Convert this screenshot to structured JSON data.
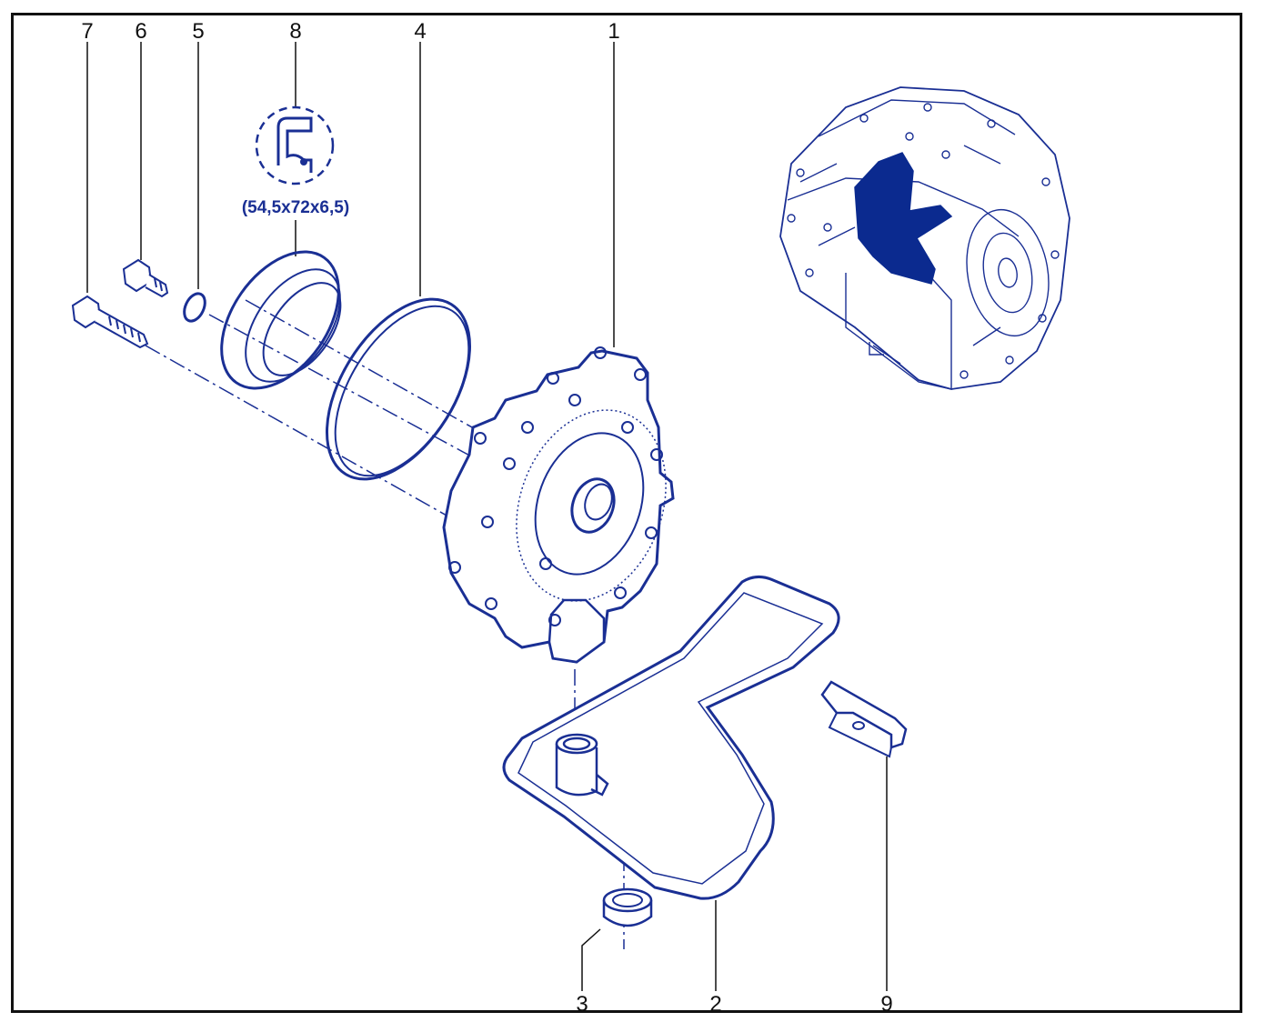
{
  "diagram": {
    "callouts": [
      {
        "id": "7",
        "label": "7"
      },
      {
        "id": "6",
        "label": "6"
      },
      {
        "id": "5",
        "label": "5"
      },
      {
        "id": "8",
        "label": "8"
      },
      {
        "id": "4",
        "label": "4"
      },
      {
        "id": "1",
        "label": "1"
      },
      {
        "id": "3",
        "label": "3"
      },
      {
        "id": "2",
        "label": "2"
      },
      {
        "id": "9",
        "label": "9"
      }
    ],
    "seal_dimension": "(54,5x72x6,5)"
  },
  "colors": {
    "line": "#1a2f94",
    "highlight": "#0b2a8f",
    "text": "#111111",
    "border": "#111111"
  }
}
